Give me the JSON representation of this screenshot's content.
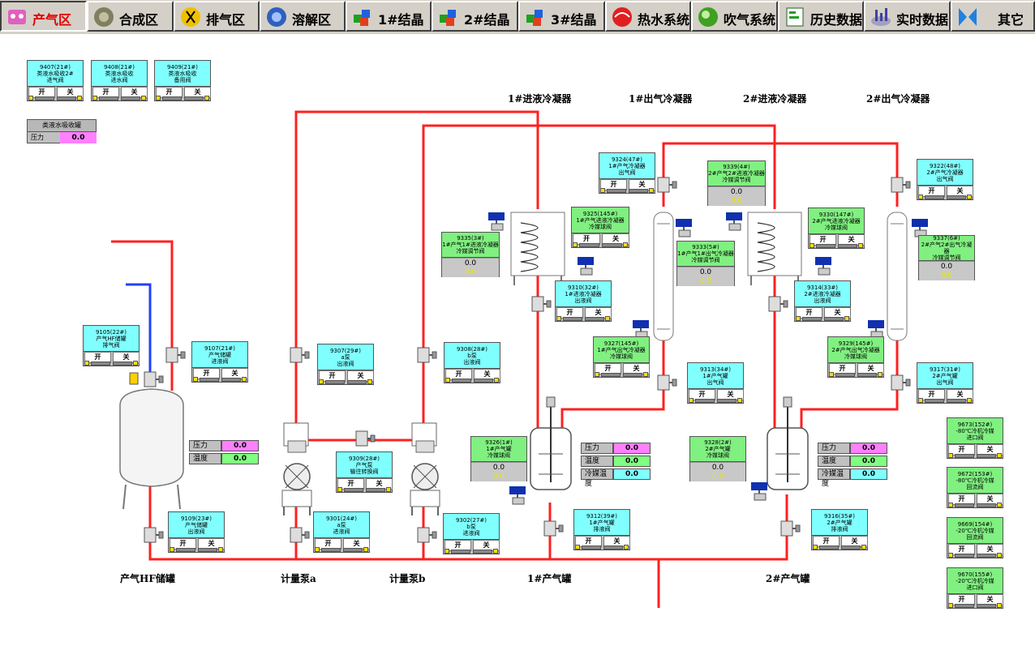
{
  "nav": {
    "tabs": [
      {
        "label": "产气区",
        "icon": "gas-production-icon",
        "active": true
      },
      {
        "label": "合成区",
        "icon": "synthesis-icon",
        "active": false
      },
      {
        "label": "排气区",
        "icon": "exhaust-icon",
        "active": false
      },
      {
        "label": "溶解区",
        "icon": "dissolve-icon",
        "active": false
      },
      {
        "label": "1#结晶",
        "icon": "crystal-1-icon",
        "active": false
      },
      {
        "label": "2#结晶",
        "icon": "crystal-2-icon",
        "active": false
      },
      {
        "label": "3#结晶",
        "icon": "crystal-3-icon",
        "active": false
      },
      {
        "label": "热水系统",
        "icon": "hot-water-icon",
        "active": false
      },
      {
        "label": "吹气系统",
        "icon": "blow-gas-icon",
        "active": false
      },
      {
        "label": "历史数据",
        "icon": "history-data-icon",
        "active": false
      },
      {
        "label": "实时数据",
        "icon": "realtime-data-icon",
        "active": false
      },
      {
        "label": "其它",
        "icon": "other-icon",
        "active": false
      }
    ]
  },
  "colors": {
    "pipe_red": "#ff2020",
    "pipe_blue": "#2040ff",
    "card_cyan": "#80ffff",
    "card_green": "#80f080",
    "readout_magenta": "#ff80ff",
    "readout_green": "#80ff80",
    "readout_cyan": "#80ffff",
    "indicator_yellow": "#ffe000",
    "active_tab_text": "#e00000"
  },
  "labels": {
    "cond1_in": "1#进液冷凝器",
    "cond1_out": "1#出气冷凝器",
    "cond2_in": "2#进液冷凝器",
    "cond2_out": "2#出气冷凝器",
    "tank_hf": "产气HF储罐",
    "pump_a": "计量泵a",
    "pump_b": "计量泵b",
    "tank_1": "1#产气罐",
    "tank_2": "2#产气罐"
  },
  "buttons": {
    "open": "开",
    "close": "关"
  },
  "valve_cards": [
    {
      "title": "9407(21#)\n类液水吸收2#\n进气阀"
    },
    {
      "title": "9408(21#)\n类液水吸收\n进水阀"
    },
    {
      "title": "9409(21#)\n类液水吸收\n备用阀"
    },
    {
      "title": "9105(22#)\n产气HF储罐\n排气阀"
    },
    {
      "title": "9107(21#)\n产气储罐\n进液阀"
    },
    {
      "title": "9307(29#)\na泵\n出液阀"
    },
    {
      "title": "9308(28#)\nb泵\n出液阀"
    },
    {
      "title": "9309(28#)\n产气泵\n输往转换阀"
    },
    {
      "title": "9109(23#)\n产气储罐\n出液阀"
    },
    {
      "title": "9301(24#)\na泵\n进液阀"
    },
    {
      "title": "9302(27#)\nb泵\n进液阀"
    },
    {
      "title": "9324(47#)\n1#产气冷凝器\n出气阀"
    },
    {
      "title": "9310(32#)\n1#进液冷凝器\n出液阀"
    },
    {
      "title": "9312(39#)\n1#产气罐\n排液阀"
    },
    {
      "title": "9313(34#)\n1#产气罐\n出气阀"
    },
    {
      "title": "9314(33#)\n2#进液冷凝器\n出液阀"
    },
    {
      "title": "9316(35#)\n2#产气罐\n排液阀"
    },
    {
      "title": "9322(48#)\n2#产气冷凝器\n出气阀"
    },
    {
      "title": "9317(31#)\n2#产气罐\n出气阀"
    }
  ],
  "green_cards": [
    {
      "title": "9325(145#)\n1#产气进液冷凝器\n冷媒球阀"
    },
    {
      "title": "9327(145#)\n1#产气出气冷凝器\n冷媒球阀"
    },
    {
      "title": "9330(147#)\n2#产气进液冷凝器\n冷媒球阀"
    },
    {
      "title": "9329(145#)\n2#产气出气冷凝器\n冷媒球阀"
    },
    {
      "title": "9673(152#)\n-80℃冷机冷媒\n进口阀"
    },
    {
      "title": "9672(153#)\n-80℃冷机冷媒\n回流阀"
    },
    {
      "title": "9669(154#)\n-20℃冷机冷媒\n回流阀"
    },
    {
      "title": "9670(155#)\n-20℃冷机冷媒\n进口阀"
    }
  ],
  "analog_cards": [
    {
      "title": "9335(3#)\n1#产气1#进液冷凝器\n冷媒调节阀",
      "value": "0.0",
      "value2": "0.0"
    },
    {
      "title": "9339(4#)\n2#产气2#进液冷凝器\n冷媒调节阀",
      "value": "0.0",
      "value2": "0.0"
    },
    {
      "title": "9333(5#)\n1#产气1#出气冷凝器\n冷媒调节阀",
      "value": "0.0",
      "value2": "0.0"
    },
    {
      "title": "9337(6#)\n2#产气2#出气冷凝器\n冷媒调节阀",
      "value": "0.0",
      "value2": "0.0"
    },
    {
      "title": "9326(1#)\n1#产气罐\n冷媒球阀",
      "value": "0.0",
      "value2": "0.0"
    },
    {
      "title": "9328(2#)\n2#产气罐\n冷媒球阀",
      "value": "0.0",
      "value2": "0.0"
    }
  ],
  "absorber": {
    "title": "类液水吸收罐",
    "pressure_label": "压力",
    "pressure_value": "0.0"
  },
  "tank_hf_readouts": [
    {
      "label": "压力",
      "value": "0.0",
      "color": "#ff80ff"
    },
    {
      "label": "温度",
      "value": "0.0",
      "color": "#80ff80"
    }
  ],
  "tank1_readouts": [
    {
      "label": "压力",
      "value": "0.0",
      "color": "#ff80ff"
    },
    {
      "label": "温度",
      "value": "0.0",
      "color": "#80ff80"
    },
    {
      "label": "冷媒温度",
      "value": "0.0",
      "color": "#80ffff"
    }
  ],
  "tank2_readouts": [
    {
      "label": "压力",
      "value": "0.0",
      "color": "#ff80ff"
    },
    {
      "label": "温度",
      "value": "0.0",
      "color": "#80ff80"
    },
    {
      "label": "冷媒温度",
      "value": "0.0",
      "color": "#80ffff"
    }
  ]
}
